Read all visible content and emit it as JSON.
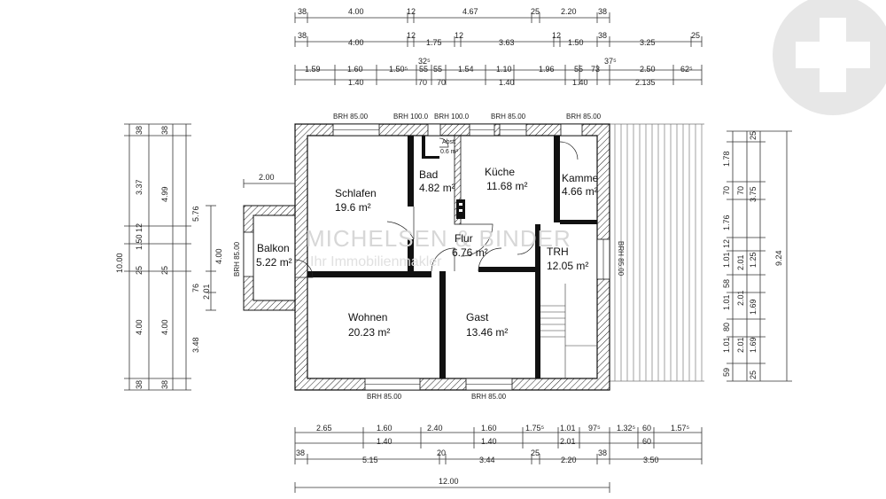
{
  "watermark": {
    "line1": "MICHELSEN & BINDER",
    "line2": "Ihr Immobilienmakler"
  },
  "logo": {
    "icon": "plus-cross-icon"
  },
  "rooms": {
    "schlafen": {
      "name": "Schlafen",
      "area": "19.6 m²"
    },
    "bad": {
      "name": "Bad",
      "area": "4.82 m²"
    },
    "abst": {
      "name": "Abst.",
      "area": "0.6 m²"
    },
    "kueche": {
      "name": "Küche",
      "area": "11.68 m²"
    },
    "kammer": {
      "name": "Kamme",
      "area": "4.66 m²"
    },
    "balkon": {
      "name": "Balkon",
      "area": "5.22 m²"
    },
    "flur": {
      "name": "Flur",
      "area": "6.76 m²"
    },
    "trh": {
      "name": "TRH",
      "area": "12.05 m²"
    },
    "wohnen": {
      "name": "Wohnen",
      "area": "20.23 m²"
    },
    "gast": {
      "name": "Gast",
      "area": "13.46 m²"
    }
  },
  "brh": {
    "top1": "BRH 85.00",
    "top2": "BRH 100.0",
    "top3": "BRH 100.0",
    "top4": "BRH 85.00",
    "top5": "BRH 85.00",
    "bottom1": "BRH 85.00",
    "bottom2": "BRH 85.00",
    "left": "BRH 85.00",
    "right": "BRH 85.00"
  },
  "dims_top": {
    "row1": [
      "38",
      "4.00",
      "12",
      "4.67",
      "25",
      "2.20",
      "38"
    ],
    "row2": [
      "38",
      "4.00",
      "12",
      "1.75",
      "12",
      "3.63",
      "12",
      "1.50",
      "38",
      "3.25",
      "25"
    ],
    "row3": [
      "32⁵",
      "1.59",
      "1.60",
      "1.50⁵",
      "55",
      "55",
      "1.54",
      "1.10",
      "1.96",
      "55",
      "73",
      "37⁵",
      "2.50",
      "62⁵"
    ],
    "row4": [
      "1.40",
      "70",
      "70",
      "1.40",
      "1.40",
      "2.135"
    ]
  },
  "dims_bottom": {
    "row1": [
      "2.65",
      "1.60",
      "2.40",
      "1.60",
      "1.75⁵",
      "1.01",
      "97⁵",
      "1.32⁵",
      "60",
      "1.57⁵"
    ],
    "row2": [
      "1.40",
      "1.40",
      "2.01",
      "60"
    ],
    "row3": [
      "38",
      "5.15",
      "20",
      "3.44",
      "25",
      "2.20",
      "38",
      "3.50"
    ],
    "row4": [
      "12.00"
    ]
  },
  "dims_left": {
    "a": [
      "38",
      "3.37",
      "12",
      "1.50",
      "25",
      "4.00",
      "38"
    ],
    "b": [
      "38",
      "4.99",
      "25",
      "4.00",
      "38"
    ],
    "c": [
      "5.76",
      "3.48"
    ],
    "d": [
      "10.00"
    ],
    "e": [
      "4.00",
      "76",
      "2.01"
    ],
    "balcony_width": "2.00"
  },
  "dims_right": {
    "a": [
      "25",
      "1.78",
      "70",
      "1.76",
      "12",
      "1.01",
      "58",
      "1.01",
      "80",
      "1.01",
      "59"
    ],
    "b": [
      "70",
      "2.01",
      "12",
      "2.01",
      "12",
      "2.01",
      "25"
    ],
    "c": [
      "3.75",
      "1.25",
      "12",
      "1.69",
      "12",
      "1.69",
      "25"
    ],
    "d": [
      "9.24"
    ]
  }
}
